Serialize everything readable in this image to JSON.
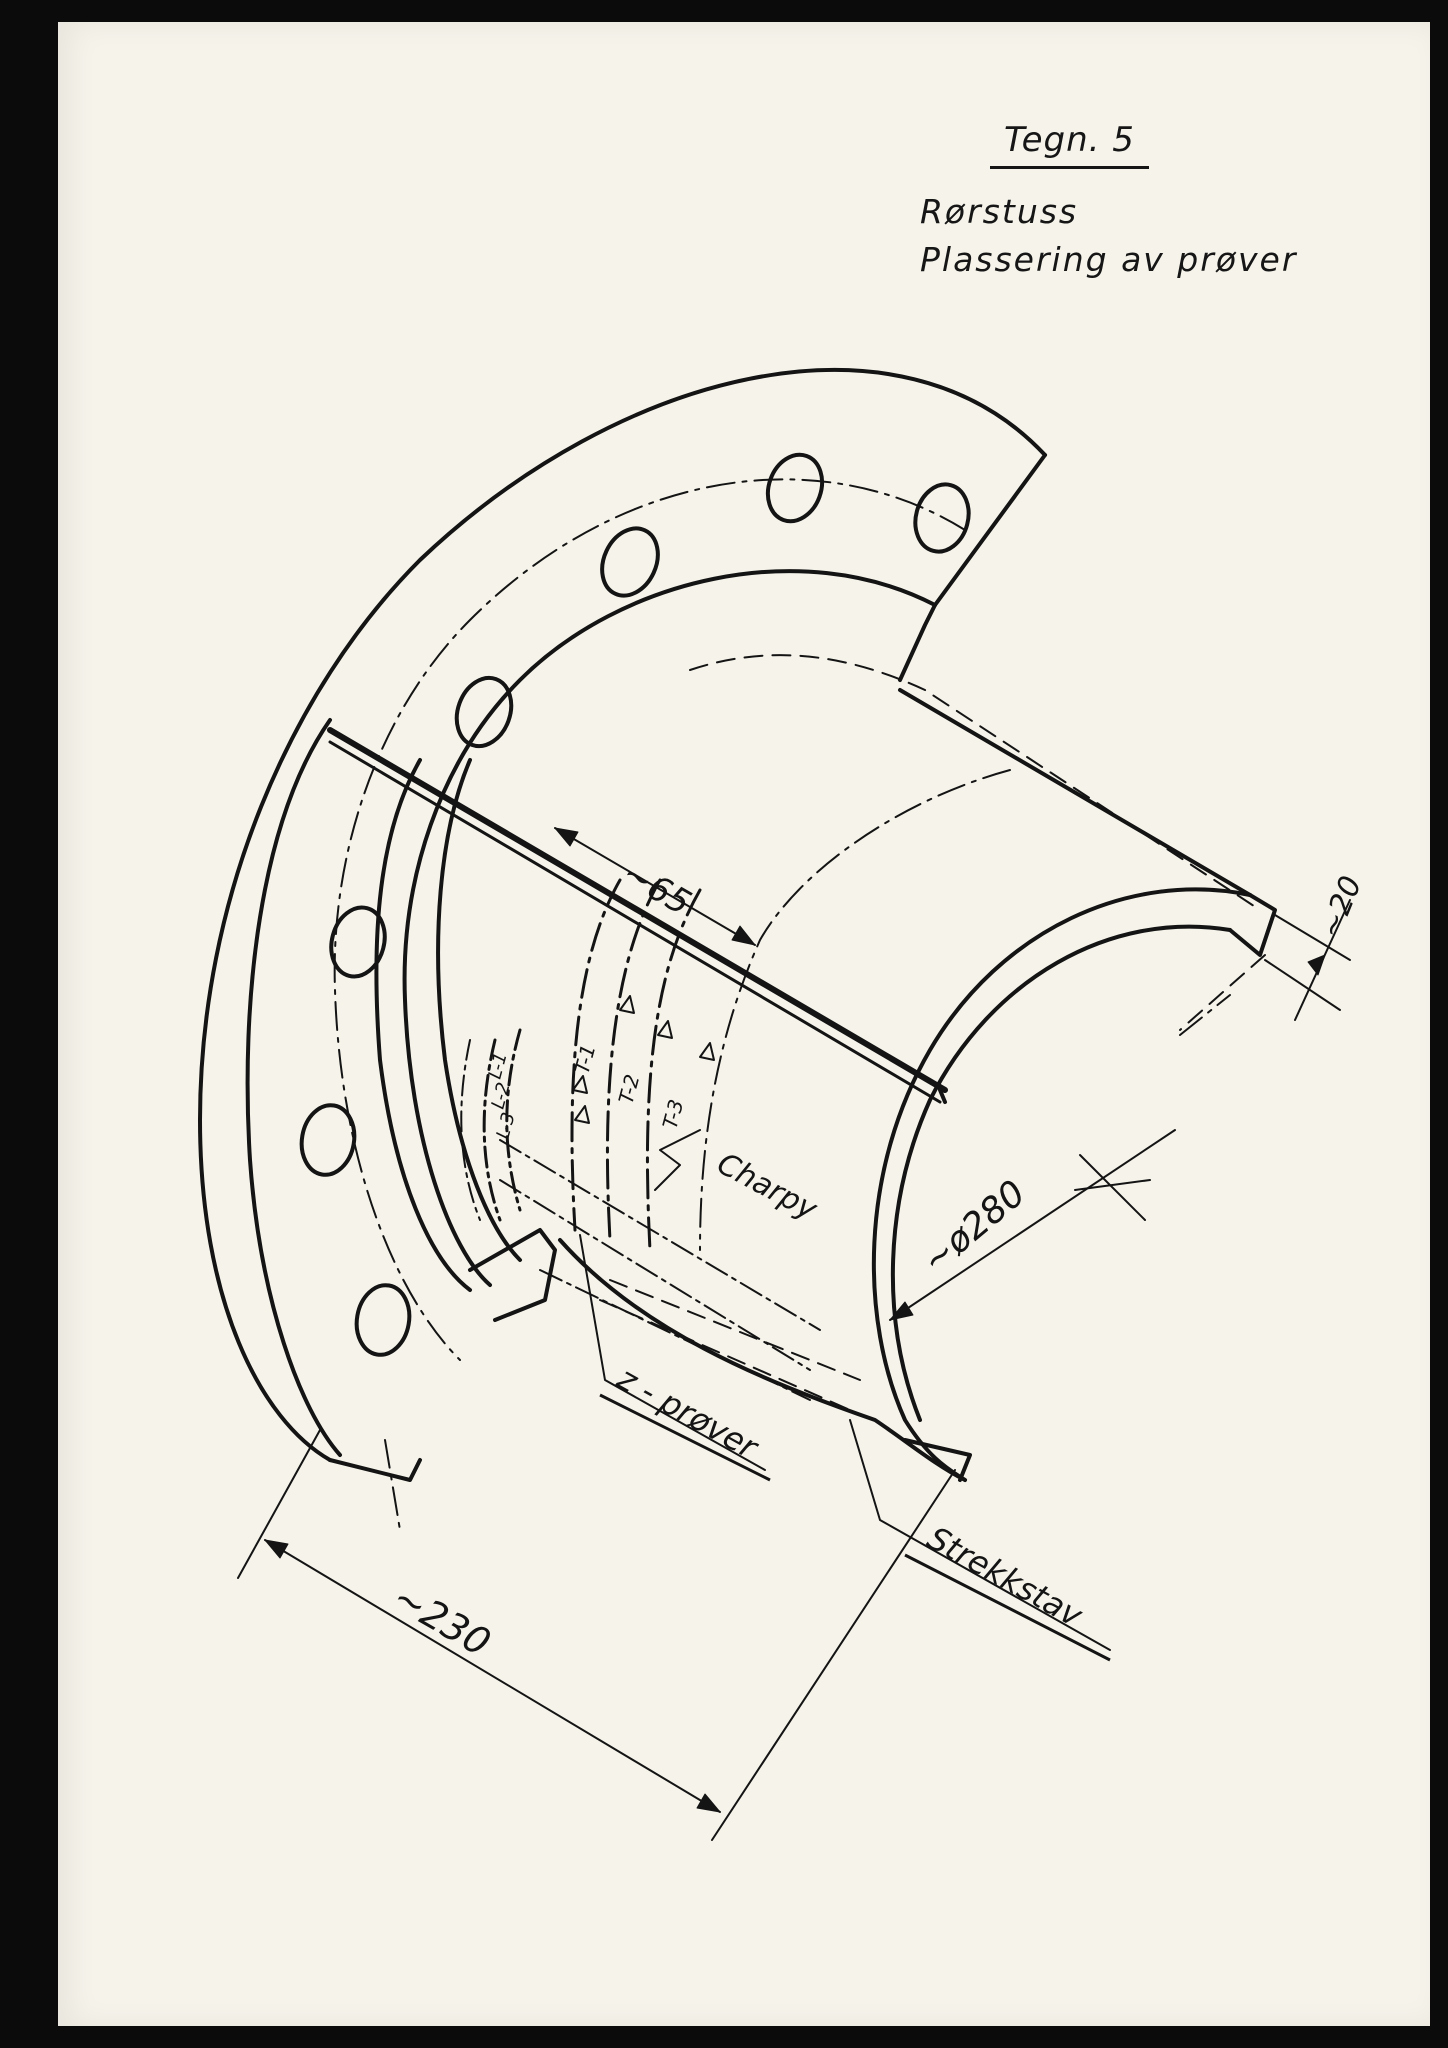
{
  "title_block": {
    "drawing_number": "Tegn. 5",
    "heading_line1": "Rørstuss",
    "heading_line2": "Plassering av prøver"
  },
  "dimensions": {
    "width_top": "~65",
    "wall": "~20",
    "diameter": "~ø280",
    "length": "~230"
  },
  "sample_labels": {
    "charpy": "Charpy",
    "z_samples": "z - prøver",
    "tensile_bar": "Strekkstav",
    "l1": "L-1",
    "l2": "L-2",
    "l3": "L-3",
    "t1": "T-1",
    "t2": "T-2",
    "t3": "T-3"
  },
  "colors": {
    "paper": "#f5f3ea",
    "ink": "#141414",
    "frame": "#0b0b0b"
  }
}
